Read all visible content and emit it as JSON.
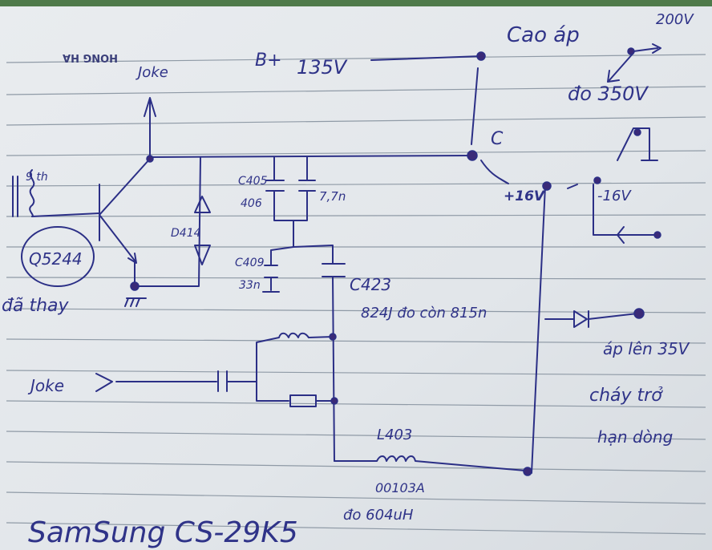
{
  "notebook": {
    "brand": "HONG HA"
  },
  "labels": {
    "yoke_top": "Joke",
    "b_plus": "B+",
    "v135": "135V",
    "cao_ap": "Cao áp",
    "v200": "200V",
    "do_350": "đo 350V",
    "c_label": "C",
    "plus16": "+16V",
    "minus16": "-16V",
    "inductor_left": "9 th",
    "transistor": "Q5244",
    "da_thay": "đã thay",
    "diode": "D414",
    "c405": "C405",
    "c406": "406",
    "c405_value": "7,7n",
    "c409": "C409",
    "c409_value": "33n",
    "c423": "C423",
    "c423_note": "824J đo còn 815n",
    "yoke_left": "Joke",
    "ap_len": "áp lên 35V",
    "chay_tro": "cháy trở",
    "han_dong": "hạn dòng",
    "l403": "L403",
    "l403_part": "00103A",
    "l403_measure": "đo 604uH",
    "model": "SamSung CS-29K5"
  }
}
